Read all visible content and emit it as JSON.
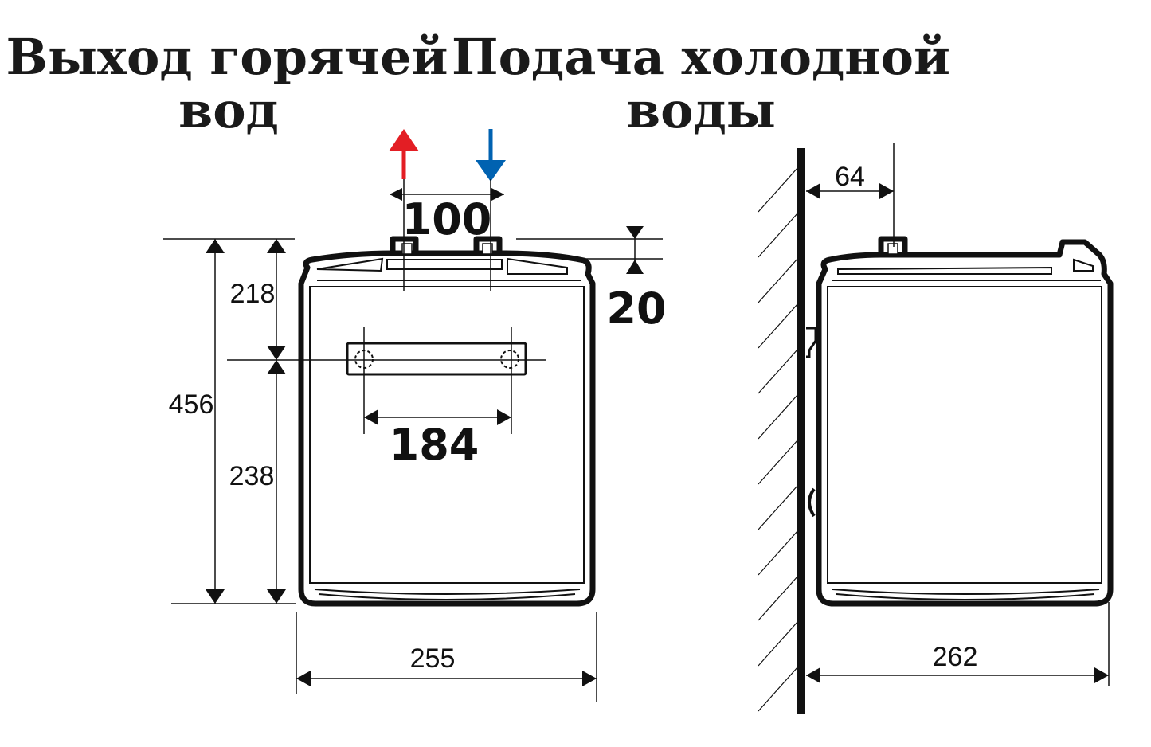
{
  "titles": {
    "hot_line1": "Выход горячей",
    "hot_line2": "вод",
    "cold_line1": "Подача холодной",
    "cold_line2": "воды"
  },
  "dimensions": {
    "pipe_spacing": "100",
    "top_offset": "20",
    "upper_height": "218",
    "total_height": "456",
    "lower_height": "238",
    "bracket_spacing": "184",
    "front_width": "255",
    "wall_to_pipe": "64",
    "side_depth": "262"
  },
  "colors": {
    "hot_arrow": "#e31e24",
    "cold_arrow": "#0062b1",
    "line": "#111111"
  },
  "icons": {
    "hot_flow": "arrow-up-icon",
    "cold_flow": "arrow-down-icon"
  }
}
